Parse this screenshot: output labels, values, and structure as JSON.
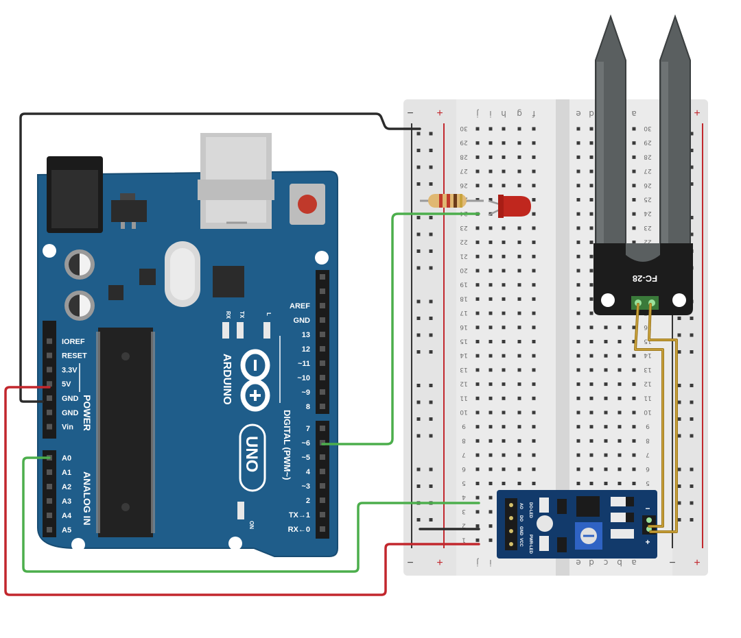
{
  "arduino": {
    "brand": "ARDUINO",
    "model": "UNO",
    "power_header_title": "POWER",
    "analog_header_title": "ANALOG IN",
    "digital_header_title": "DIGITAL (PWM~)",
    "power_labels": [
      "IOREF",
      "RESET",
      "3.3V",
      "5V",
      "GND",
      "GND",
      "Vin"
    ],
    "analog_labels": [
      "A0",
      "A1",
      "A2",
      "A3",
      "A4",
      "A5"
    ],
    "digital_labels": [
      "AREF",
      "GND",
      "13",
      "12",
      "~11",
      "~10",
      "~9",
      "8",
      "7",
      "~6",
      "~5",
      "4",
      "~3",
      "2",
      "TX→1",
      "RX←0"
    ],
    "led_tx": "TX",
    "led_rx": "RX",
    "led_l": "L",
    "led_on": "ON"
  },
  "breadboard": {
    "rail_minus": "−",
    "rail_plus": "+",
    "left_letters": [
      "j",
      "i",
      "h",
      "g",
      "f"
    ],
    "right_letters": [
      "e",
      "d",
      "c",
      "b",
      "a"
    ],
    "row_numbers": [
      "30",
      "29",
      "28",
      "27",
      "26",
      "25",
      "24",
      "23",
      "22",
      "21",
      "20",
      "19",
      "18",
      "17",
      "16",
      "15",
      "14",
      "13",
      "12",
      "11",
      "10",
      "9",
      "8",
      "7",
      "6",
      "5",
      "4",
      "3",
      "2",
      "1"
    ]
  },
  "sensor_probe": {
    "label": "FC-28"
  },
  "sensor_module": {
    "pin_labels": [
      "AO",
      "DO",
      "GND",
      "VCC"
    ],
    "led_labels": [
      "DO-LED",
      "PWR-LED"
    ],
    "probe_pins": [
      "−",
      "+"
    ]
  },
  "colors": {
    "board_blue": "#1f5d8a",
    "breadboard": "#e6e6e6",
    "wire_black": "#2b2b2b",
    "wire_red": "#c2272d",
    "wire_green": "#4cae4c",
    "wire_gold": "#a07a1c",
    "led_red": "#c0271e"
  }
}
